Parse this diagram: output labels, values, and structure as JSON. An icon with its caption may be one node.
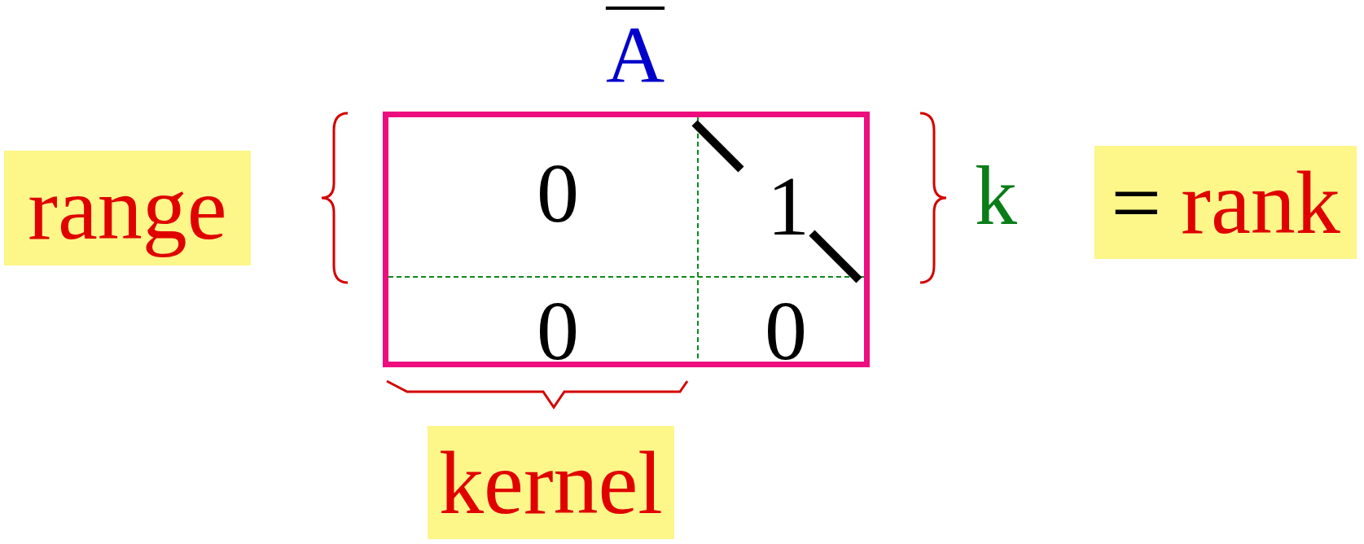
{
  "diagram": {
    "nodes": [
      {
        "text": [
          "range"
        ]
      },
      {
        "text": [
          "0",
          "1",
          "0",
          "0"
        ]
      },
      {
        "text": [
          "=",
          "rank"
        ]
      },
      {
        "text": [
          "kernel"
        ]
      }
    ],
    "labels": [
      "A",
      "k"
    ]
  }
}
